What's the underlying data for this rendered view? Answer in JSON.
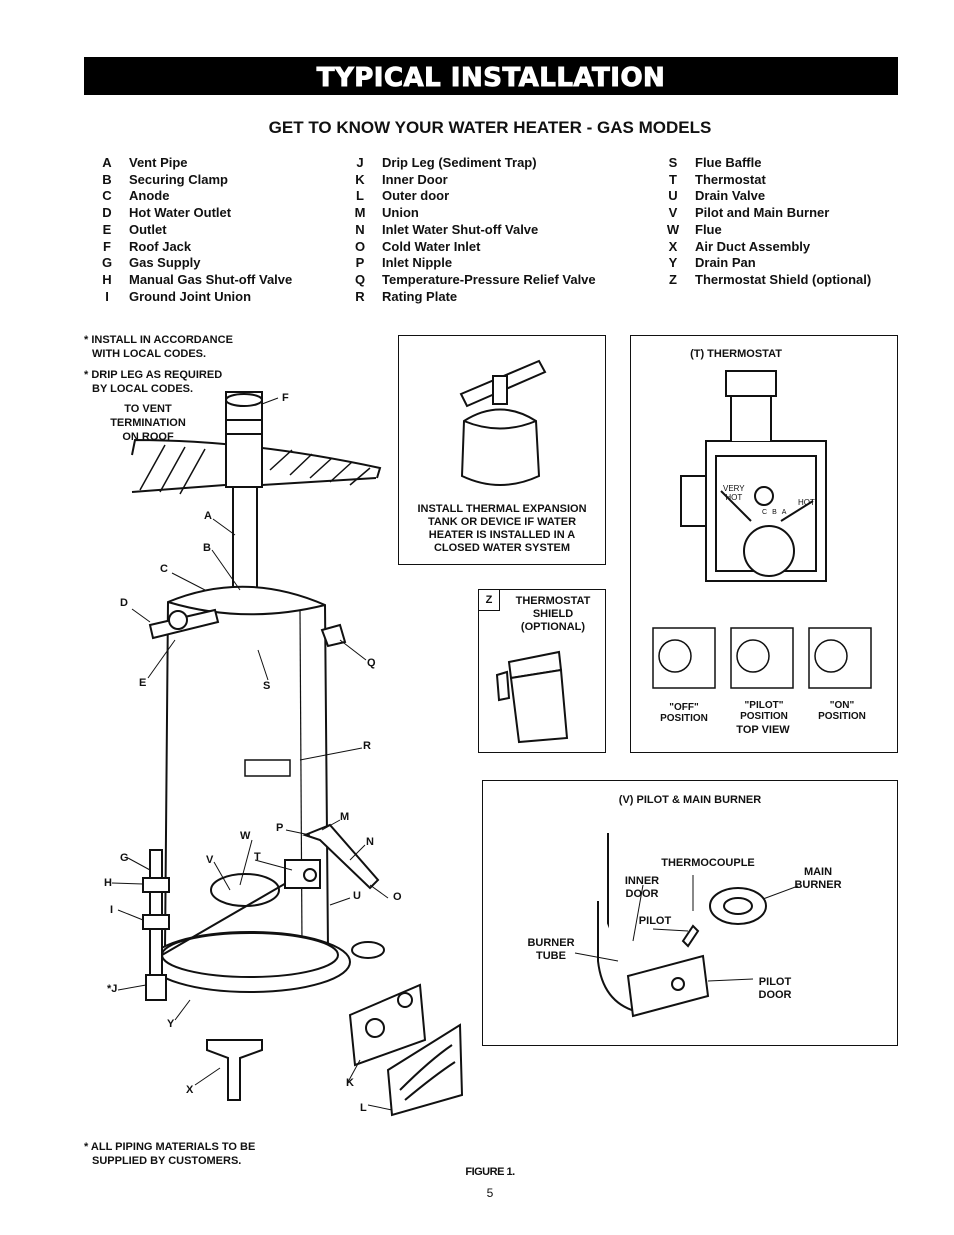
{
  "header": {
    "title": "TYPICAL INSTALLATION",
    "subtitle": "GET TO KNOW YOUR WATER HEATER - GAS MODELS"
  },
  "legend": {
    "col1": [
      {
        "k": "A",
        "v": "Vent Pipe"
      },
      {
        "k": "B",
        "v": "Securing Clamp"
      },
      {
        "k": "C",
        "v": "Anode"
      },
      {
        "k": "D",
        "v": "Hot Water Outlet"
      },
      {
        "k": "E",
        "v": "Outlet"
      },
      {
        "k": "F",
        "v": "Roof Jack"
      },
      {
        "k": "G",
        "v": "Gas Supply"
      },
      {
        "k": "H",
        "v": "Manual Gas Shut-off Valve"
      },
      {
        "k": "I",
        "v": "Ground Joint Union"
      }
    ],
    "col2": [
      {
        "k": "J",
        "v": "Drip Leg (Sediment Trap)"
      },
      {
        "k": "K",
        "v": "Inner Door"
      },
      {
        "k": "L",
        "v": "Outer door"
      },
      {
        "k": "M",
        "v": "Union"
      },
      {
        "k": "N",
        "v": "Inlet Water Shut-off Valve"
      },
      {
        "k": "O",
        "v": "Cold Water Inlet"
      },
      {
        "k": "P",
        "v": "Inlet Nipple"
      },
      {
        "k": "Q",
        "v": "Temperature-Pressure Relief Valve"
      },
      {
        "k": "R",
        "v": "Rating Plate"
      }
    ],
    "col3": [
      {
        "k": "S",
        "v": "Flue Baffle"
      },
      {
        "k": "T",
        "v": "Thermostat"
      },
      {
        "k": "U",
        "v": "Drain Valve"
      },
      {
        "k": "V",
        "v": "Pilot and Main Burner"
      },
      {
        "k": "W",
        "v": "Flue"
      },
      {
        "k": "X",
        "v": "Air Duct Assembly"
      },
      {
        "k": "Y",
        "v": "Drain Pan"
      },
      {
        "k": "Z",
        "v": "Thermostat Shield (optional)"
      }
    ]
  },
  "notes": {
    "install_1": "* INSTALL IN ACCORDANCE",
    "install_2": "WITH LOCAL CODES.",
    "drip_1": "* DRIP LEG AS REQUIRED",
    "drip_2": "BY LOCAL CODES.",
    "vent_1": "TO VENT",
    "vent_2": "TERMINATION",
    "vent_3": "ON ROOF",
    "piping_1": "* ALL PIPING MATERIALS TO BE",
    "piping_2": "SUPPLIED BY CUSTOMERS."
  },
  "expansion": {
    "line1": "INSTALL THERMAL EXPANSION",
    "line2": "TANK OR DEVICE IF WATER",
    "line3": "HEATER IS INSTALLED IN A",
    "line4": "CLOSED WATER SYSTEM"
  },
  "shield": {
    "letter": "Z",
    "line1": "THERMOSTAT",
    "line2": "SHIELD",
    "line3": "(OPTIONAL)"
  },
  "thermostat": {
    "title": "(T) THERMOSTAT",
    "very": "VERY",
    "hot_small": "HOT",
    "hot": "HOT",
    "c": "C",
    "b": "B",
    "a": "A",
    "off": "\"OFF\"",
    "pilot": "\"PILOT\"",
    "on": "\"ON\"",
    "position": "POSITION",
    "top_view": "TOP VIEW"
  },
  "burner": {
    "title": "(V) PILOT & MAIN BURNER",
    "thermocouple": "THERMOCOUPLE",
    "inner_1": "INNER",
    "inner_2": "DOOR",
    "main_1": "MAIN",
    "main_2": "BURNER",
    "pilot": "PILOT",
    "tube_1": "BURNER",
    "tube_2": "TUBE",
    "pdoor_1": "PILOT",
    "pdoor_2": "DOOR"
  },
  "parts": {
    "a": "A",
    "b": "B",
    "c": "C",
    "d": "D",
    "e": "E",
    "f": "F",
    "g": "G",
    "h": "H",
    "i": "I",
    "j": "*J",
    "k": "K",
    "l": "L",
    "m": "M",
    "n": "N",
    "o": "O",
    "p": "P",
    "q": "Q",
    "r": "R",
    "s": "S",
    "t": "T",
    "u": "U",
    "v": "V",
    "w": "W",
    "x": "X",
    "y": "Y"
  },
  "footer": {
    "figure": "FIGURE 1.",
    "page": "5"
  }
}
